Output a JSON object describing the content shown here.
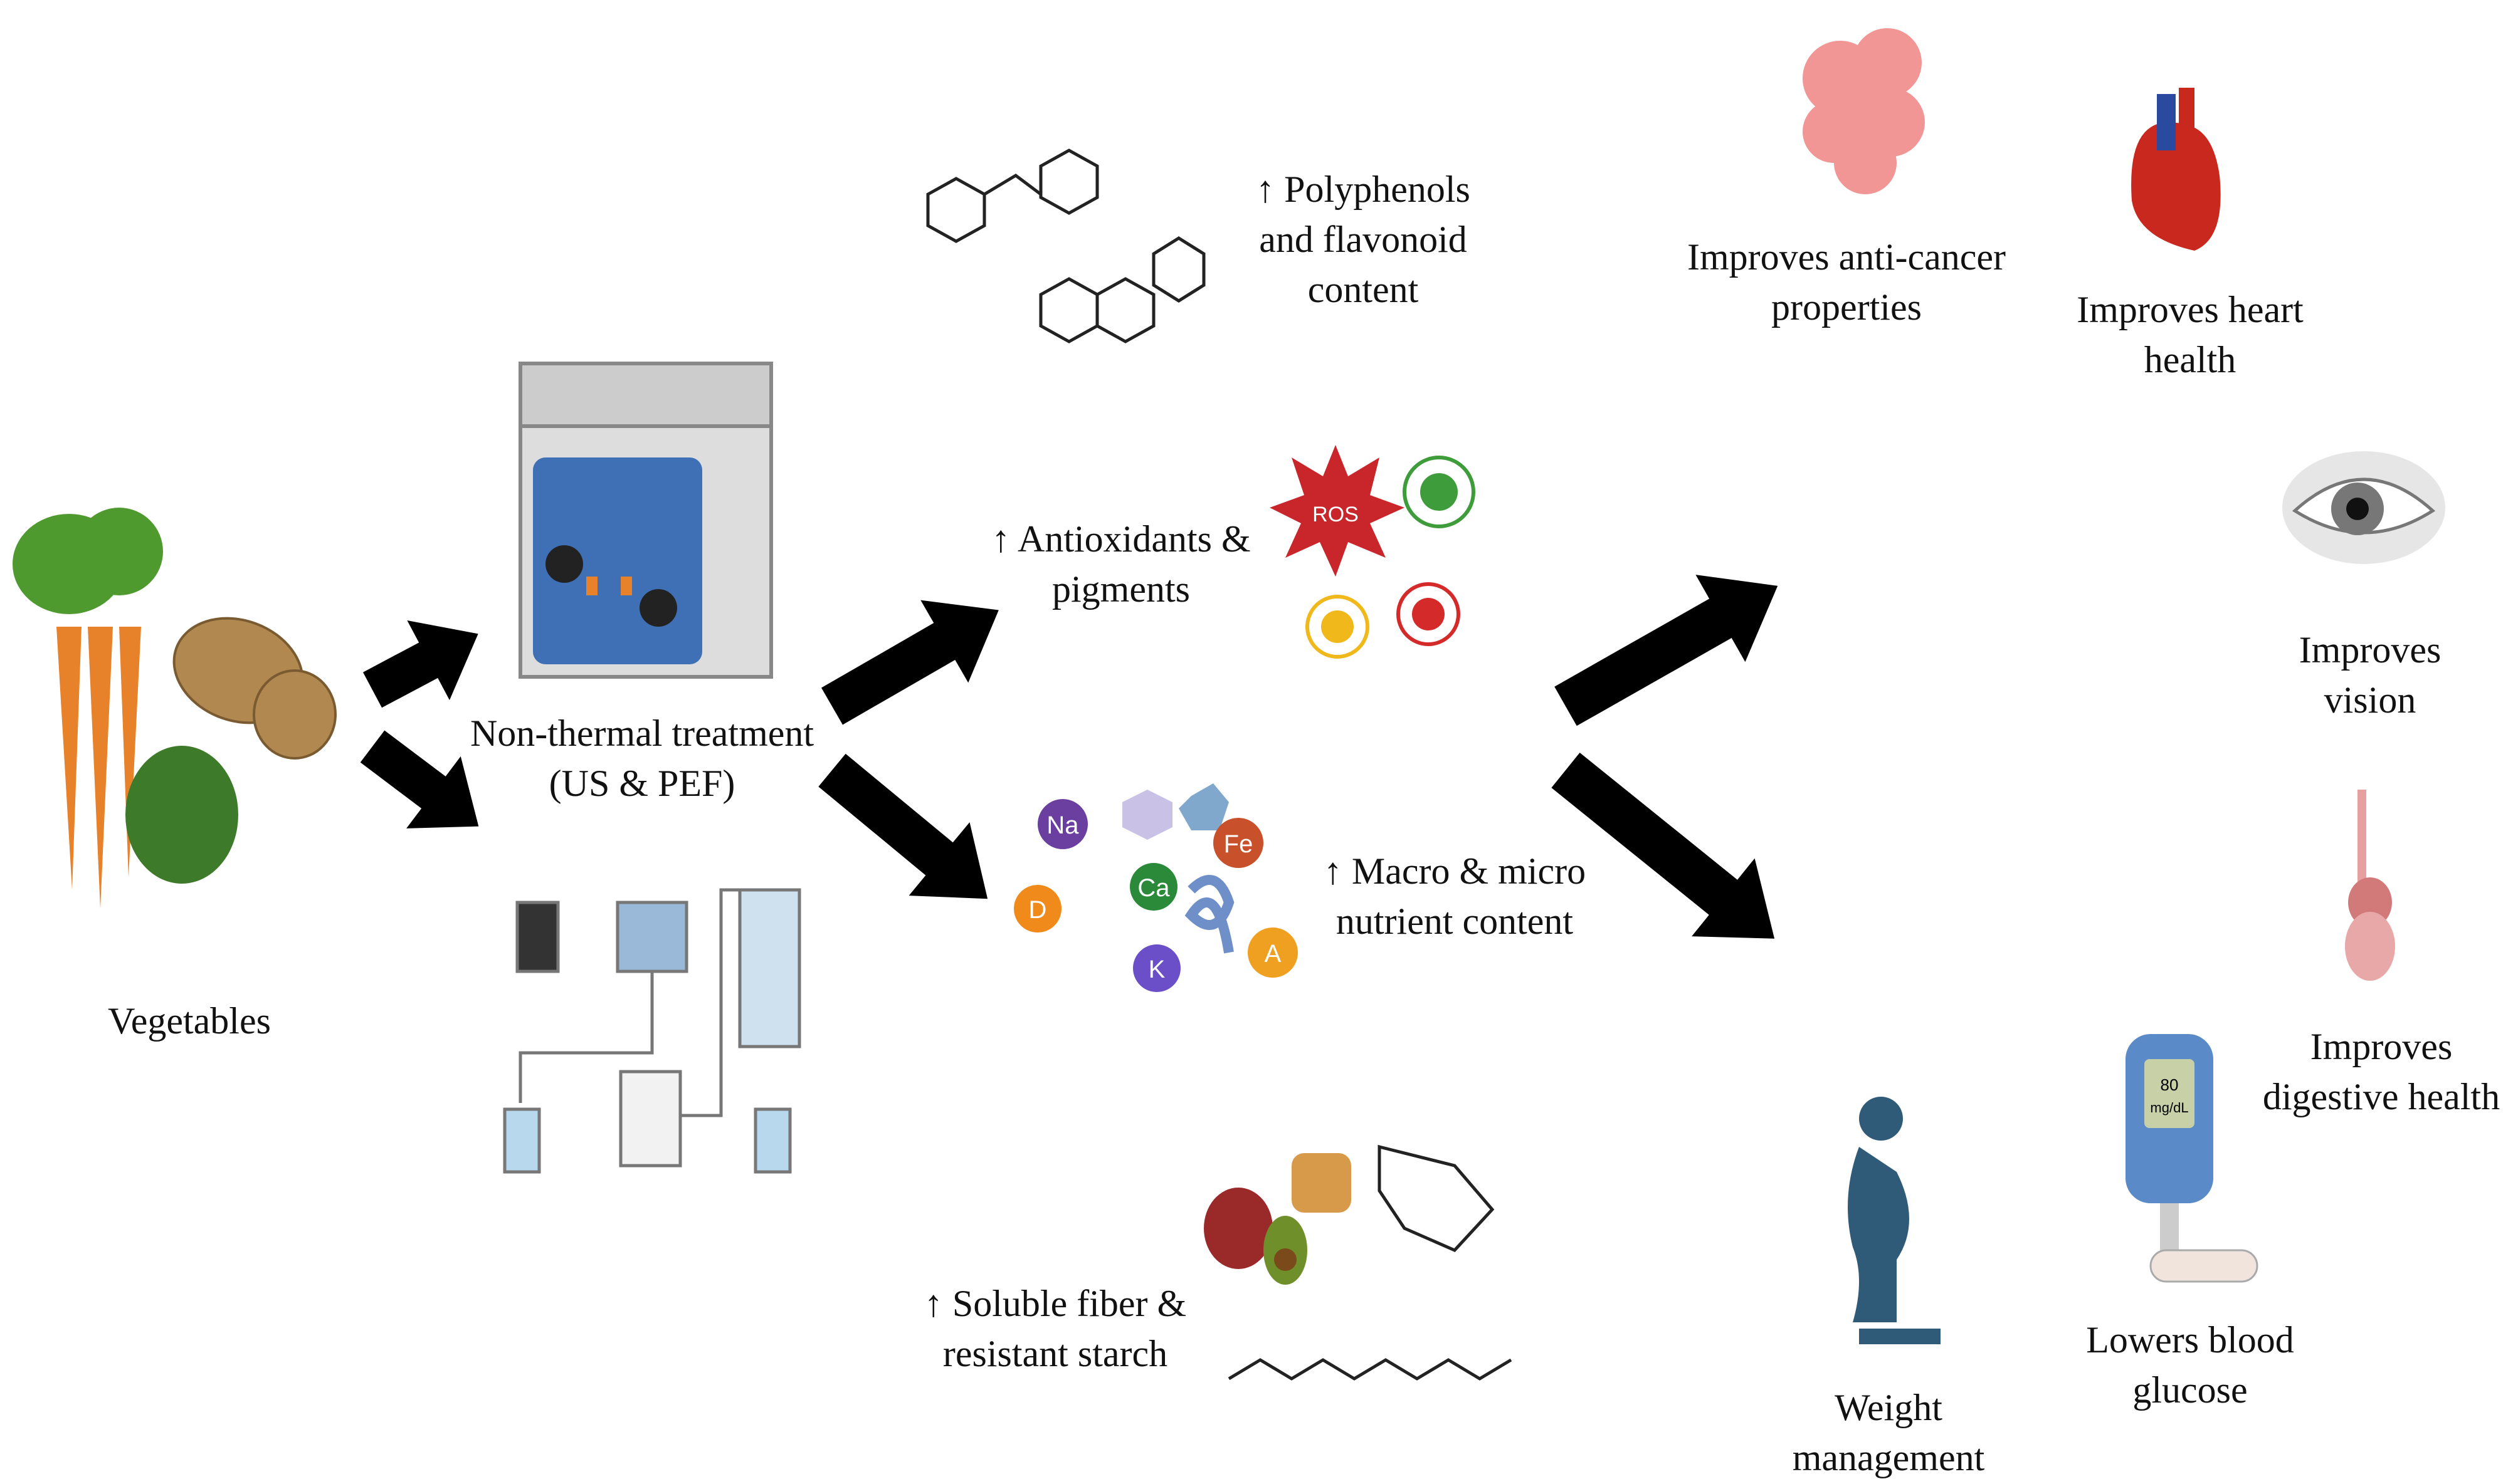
{
  "input": {
    "label": "Vegetables"
  },
  "treatment": {
    "line1": "Non-thermal treatment",
    "line2": "(US & PEF)"
  },
  "effects": {
    "polyphenols": {
      "line1": "↑ Polyphenols",
      "line2": "and flavonoid",
      "line3": "content"
    },
    "antioxidants": {
      "line1": "↑ Antioxidants &",
      "line2": "pigments",
      "ros_label": "ROS"
    },
    "nutrients": {
      "line1": "↑ Macro & micro",
      "line2": "nutrient content",
      "badges": [
        "Na",
        "Fe",
        "Ca",
        "D",
        "K",
        "A"
      ]
    },
    "fiber": {
      "line1": "↑ Soluble fiber &",
      "line2": "resistant starch"
    }
  },
  "outcomes": {
    "anticancer": {
      "line1": "Improves anti-cancer",
      "line2": "properties"
    },
    "heart": {
      "line1": "Improves heart",
      "line2": "health"
    },
    "vision": {
      "line1": "Improves",
      "line2": "vision"
    },
    "digestive": {
      "line1": "Improves",
      "line2": "digestive health"
    },
    "glucose": {
      "line1": "Lowers blood",
      "line2": "glucose",
      "meter_value": "80",
      "meter_unit": "mg/dL"
    },
    "weight": {
      "line1": "Weight",
      "line2": "management"
    }
  },
  "colors": {
    "arrow": "#000000",
    "carrot": "#e8822a",
    "bath": "#3f6fb5"
  }
}
